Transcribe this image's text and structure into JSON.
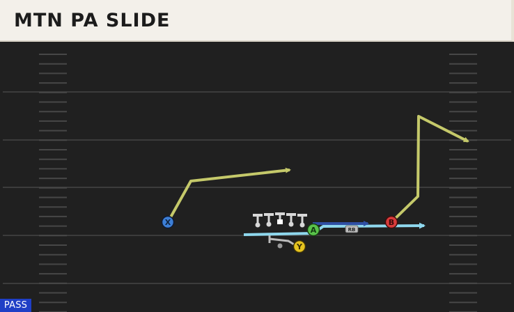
{
  "play": {
    "title": "MTN PA SLIDE",
    "mode_badge": "PASS"
  },
  "players": {
    "x": {
      "label": "X",
      "color": "#3d7fd6"
    },
    "a": {
      "label": "A",
      "color": "#59c24a"
    },
    "b": {
      "label": "B",
      "color": "#d83a3a"
    },
    "y": {
      "label": "Y",
      "color": "#e6c41f"
    },
    "rb": {
      "label": "RB",
      "color": "#bcbcbc"
    }
  },
  "colors": {
    "field": "#202020",
    "yard_line": "#3c3c3c",
    "hash_mark": "#474747",
    "route_primary": "#c5c96a",
    "route_block": "#8fd8ee",
    "route_run": "#2f4fa3",
    "lineman": "#d8d8d8",
    "title_bg": "#f3f0ea",
    "badge_bg": "#1f3fc6"
  }
}
